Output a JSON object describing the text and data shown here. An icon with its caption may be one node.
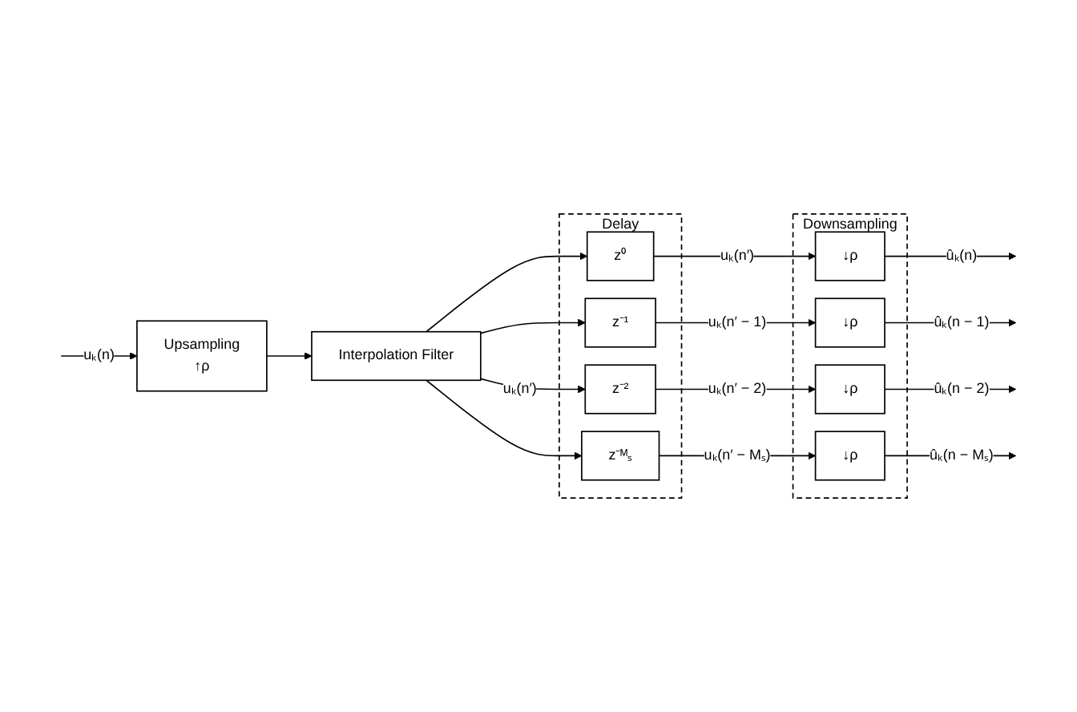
{
  "diagram": {
    "nodes": [
      {
        "text": [
          "Upsampling",
          "↑ρ"
        ]
      },
      {
        "text": [
          "Interpolation Filter"
        ]
      },
      {
        "text": [
          "Delay"
        ]
      },
      {
        "text": [
          "z⁰"
        ],
        "in": 2
      },
      {
        "text": [
          "z⁻¹"
        ],
        "in": 2
      },
      {
        "text": [
          "z⁻²"
        ],
        "in": 2
      },
      {
        "text": [
          "z⁻ᴹₛ"
        ],
        "in": 2
      },
      {
        "text": [
          "Downsampling"
        ]
      },
      {
        "text": [
          "↓ρ"
        ],
        "in": 7
      },
      {
        "text": [
          "↓ρ"
        ],
        "in": 7
      },
      {
        "text": [
          "↓ρ"
        ],
        "in": 7
      },
      {
        "text": [
          "↓ρ"
        ],
        "in": 7
      }
    ],
    "edges": [
      {
        "from": null,
        "to": 0,
        "arrow": "to",
        "label": "uₖ(n)"
      },
      {
        "from": 0,
        "to": 1,
        "arrow": "to"
      },
      {
        "from": 1,
        "to": 3,
        "arrow": "to"
      },
      {
        "from": 1,
        "to": 4,
        "arrow": "to"
      },
      {
        "from": 1,
        "to": 5,
        "arrow": "to",
        "label": "uₖ(n′)"
      },
      {
        "from": 1,
        "to": 6,
        "arrow": "to"
      },
      {
        "from": 3,
        "to": 8,
        "arrow": "to",
        "label": "uₖ(n′)"
      },
      {
        "from": 4,
        "to": 9,
        "arrow": "to",
        "label": "uₖ(n′ − 1)"
      },
      {
        "from": 5,
        "to": 10,
        "arrow": "to",
        "label": "uₖ(n′ − 2)"
      },
      {
        "from": 6,
        "to": 11,
        "arrow": "to",
        "label": "uₖ(n′ − Mₛ)"
      },
      {
        "from": 8,
        "to": null,
        "arrow": "to",
        "label": "ûₖ(n)"
      },
      {
        "from": 9,
        "to": null,
        "arrow": "to",
        "label": "ûₖ(n − 1)"
      },
      {
        "from": 10,
        "to": null,
        "arrow": "to",
        "label": "ûₖ(n − 2)"
      },
      {
        "from": 11,
        "to": null,
        "arrow": "to",
        "label": "ûₖ(n − Mₛ)"
      }
    ]
  }
}
